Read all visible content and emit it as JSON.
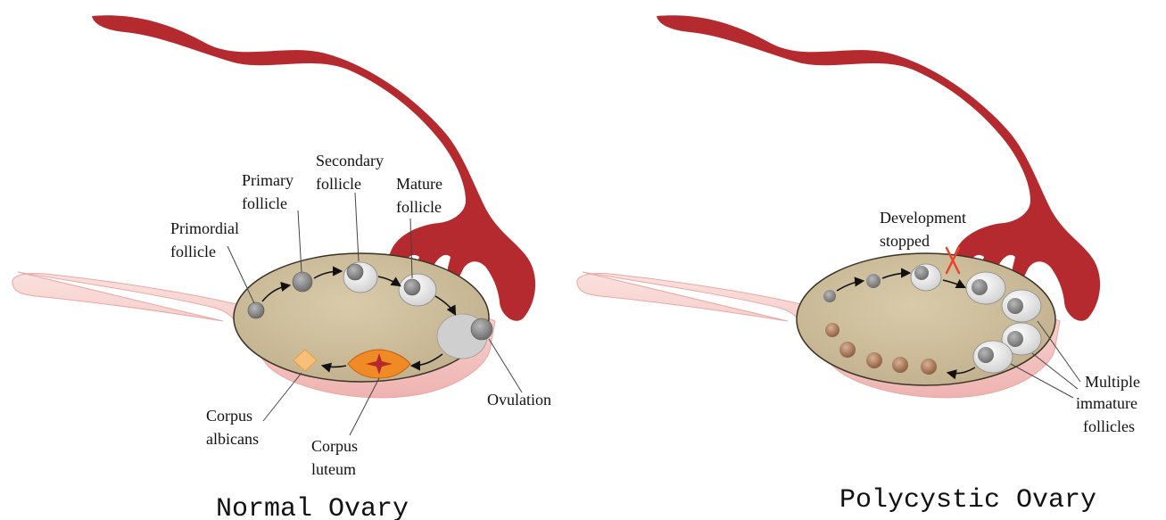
{
  "normal": {
    "caption": "Normal Ovary",
    "labels": {
      "primordial_1": "Primordial",
      "primordial_2": "follicle",
      "primary_1": "Primary",
      "primary_2": "follicle",
      "secondary_1": "Secondary",
      "secondary_2": "follicle",
      "mature_1": "Mature",
      "mature_2": "follicle",
      "ovulation": "Ovulation",
      "albicans_1": "Corpus",
      "albicans_2": "albicans",
      "luteum_1": "Corpus",
      "luteum_2": "luteum"
    }
  },
  "polycystic": {
    "caption": "Polycystic Ovary",
    "labels": {
      "development_1": "Development",
      "development_2": "stopped",
      "multiple_1": "Multiple",
      "multiple_2": "immature",
      "multiple_3": "follicles"
    }
  },
  "colors": {
    "fallopian_tube": "#b52a2e",
    "ovary_fill": "#cdbd9c",
    "ligament": "#f4c9c6",
    "corpus_luteum": "#f08a24",
    "corpus_albicans": "#f7c07a",
    "development_stopped_mark": "#e8442c"
  }
}
